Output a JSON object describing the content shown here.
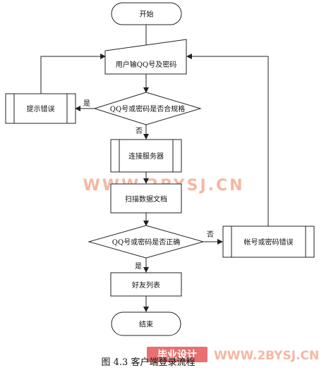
{
  "diagram": {
    "nodes": {
      "start": "开始",
      "input": "用户输QQ号及密码",
      "check_format": "QQ号或密码是否合规格",
      "show_error": "提示错误",
      "connect": "连接服务器",
      "scan": "扫描数据文档",
      "check_correct": "QQ号或密码是否正确",
      "account_error": "帐号或密码错误",
      "friends": "好友列表",
      "end": "结束"
    },
    "edge_labels": {
      "format_yes": "是",
      "format_no": "否",
      "correct_no": "否",
      "correct_yes": "是"
    }
  },
  "watermarks": {
    "center": "WWW.2BYSJ.CN",
    "bottom_logo": "毕业设计",
    "bottom_url": "WWW.2BYSJ.CN"
  },
  "caption": "图 4.3 客户端登录流程",
  "colors": {
    "watermark": "#f6b7a2",
    "logo_bg": "#e45757",
    "logo_text": "#ffffff"
  }
}
